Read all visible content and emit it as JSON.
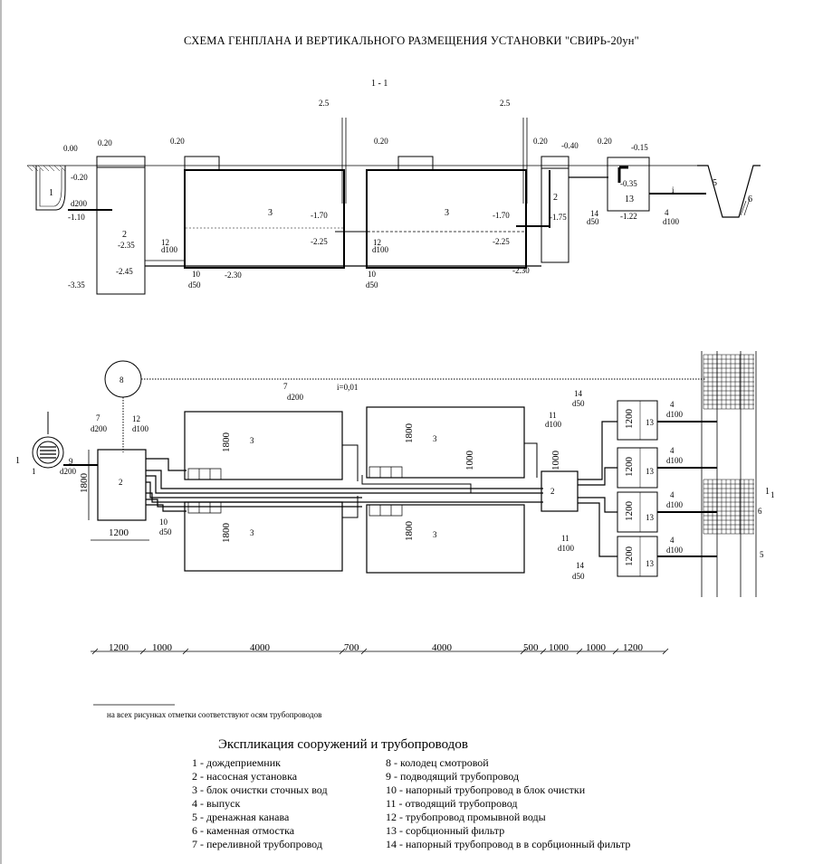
{
  "title": "СХЕМА ГЕНПЛАНА И ВЕРТИКАЛЬНОГО РАЗМЕЩЕНИЯ УСТАНОВКИ \"СВИРЬ-20ун\"",
  "section_label": "1 - 1",
  "section_marker": "1",
  "section": {
    "levels": [
      "0.00",
      "0.20",
      "0.20",
      "0.20",
      "0.20",
      "-0.40",
      "0.20",
      "-0.15",
      "-0.20",
      "-1.10",
      "-2.35",
      "-2.45",
      "-3.35",
      "-1.70",
      "-2.25",
      "-2.30",
      "-1.70",
      "-2.25",
      "-2.30",
      "-1.75",
      "-0.35",
      "-1.22",
      "2.5",
      "2.5"
    ],
    "pipes": [
      "d200",
      "12",
      "d100",
      "10",
      "d50",
      "12",
      "d100",
      "10",
      "d50",
      "14",
      "d50",
      "4",
      "d100"
    ],
    "numbers": [
      "1",
      "2",
      "3",
      "3",
      "2",
      "13",
      "5",
      "6"
    ],
    "flow_label": "i"
  },
  "plan": {
    "labels_small": [
      "8",
      "7",
      "d200",
      "7",
      "d200",
      "12",
      "d100",
      "9",
      "d200",
      "10",
      "d50",
      "11",
      "d100",
      "11",
      "d100",
      "14",
      "d50",
      "14",
      "d50",
      "4",
      "d100",
      "4",
      "d100",
      "4",
      "d100",
      "4",
      "d100",
      "1",
      "2",
      "2",
      "3",
      "3",
      "3",
      "3",
      "13",
      "13",
      "13",
      "13",
      "5",
      "6",
      "1"
    ],
    "slope": "i=0,01",
    "dims_vertical": [
      "1800",
      "1800",
      "1800",
      "1800",
      "1800",
      "1000",
      "1000",
      "1200",
      "1200",
      "1200",
      "1200"
    ],
    "dim_width": "1200"
  },
  "dimension_chain": [
    "1200",
    "1000",
    "4000",
    "700",
    "4000",
    "500",
    "1000",
    "1000",
    "1200"
  ],
  "footnote": "на всех рисунках отметки соответствуют осям трубопроводов",
  "legend_title": "Экспликация сооружений и трубопроводов",
  "legend_left": [
    "1 - дождеприемник",
    "2 - насосная установка",
    "3 - блок очистки сточных вод",
    "4 - выпуск",
    "5 - дренажная канава",
    "6 - каменная отмостка",
    "7 - переливной трубопровод"
  ],
  "legend_right": [
    "8 - колодец смотровой",
    "9 - подводящий трубопровод",
    "10 - напорный трубопровод в блок очистки",
    "11 - отводящий трубопровод",
    "12 -  трубопровод промывной воды",
    "13 - сорбционный фильтр",
    "14 - напорный  трубопровод в в сорбционный фильтр"
  ]
}
